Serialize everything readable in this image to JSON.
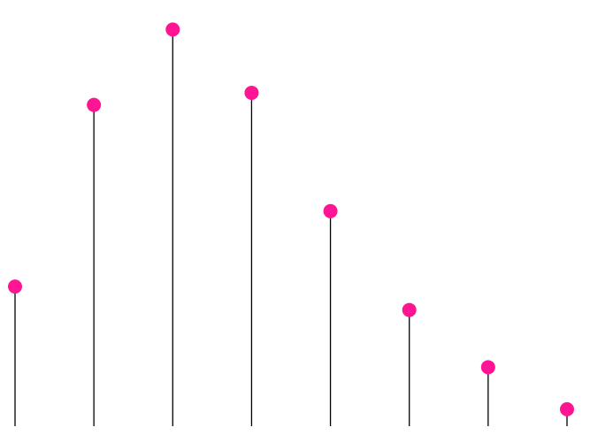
{
  "chart_data": {
    "type": "scatter",
    "subtype": "lollipop",
    "title": "",
    "xlabel": "",
    "ylabel": "",
    "grid": false,
    "legend": "none",
    "x": [
      1,
      2,
      3,
      4,
      5,
      6,
      7,
      8
    ],
    "values": [
      32.2,
      74.1,
      91.5,
      76.9,
      49.6,
      26.8,
      13.6,
      3.9
    ],
    "ylim": [
      0,
      93
    ]
  },
  "colors": {
    "marker": "#ff1493",
    "stem": "#000000",
    "background": "#ffffff"
  }
}
